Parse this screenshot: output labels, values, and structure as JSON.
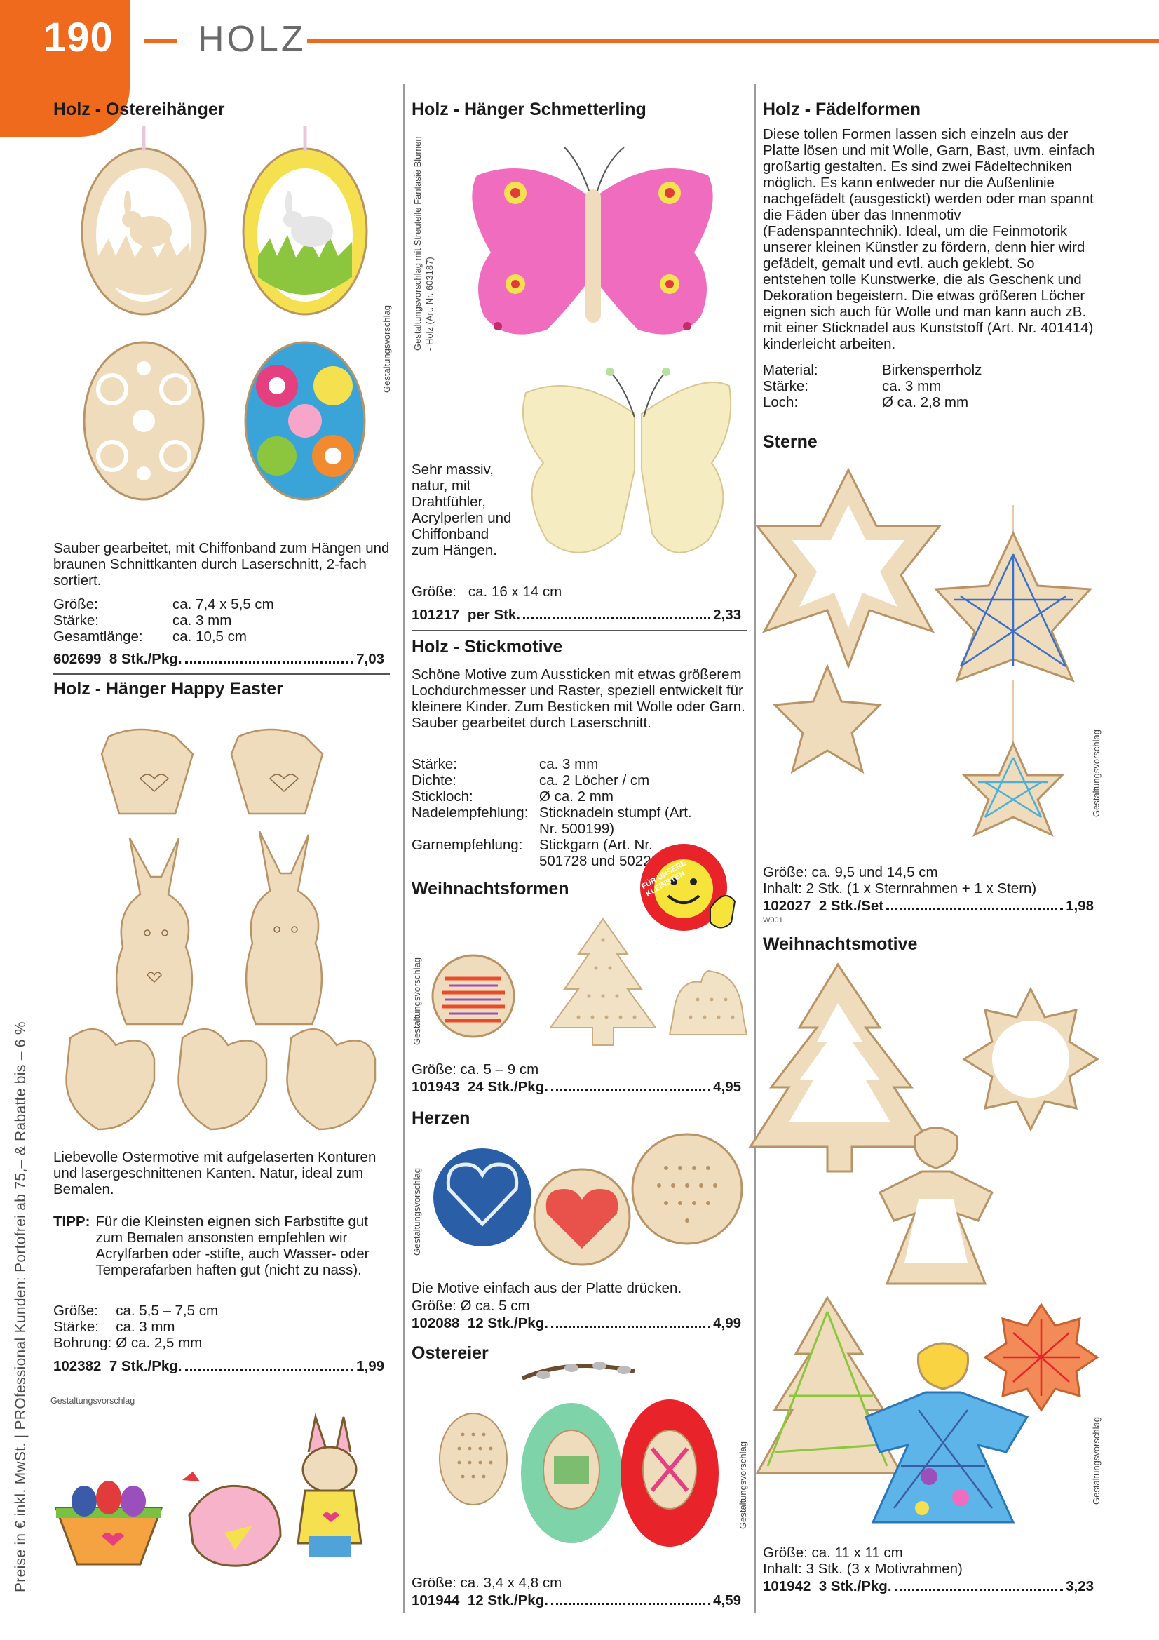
{
  "header": {
    "page_number": "190",
    "category": "HOLZ"
  },
  "sidebar_text": "Preise in € inkl. MwSt. | PROfessional Kunden: Portofrei ab 75,– & Rabatte bis – 6 %",
  "ostereihaenger": {
    "title": "Holz - Ostereihänger",
    "gestaltung": "Gestaltungsvorschlag",
    "description": "Sauber gearbeitet, mit Chiffonband zum Hängen und braunen Schnittkanten durch Laserschnitt, 2-fach sortiert.",
    "specs": [
      {
        "label": "Größe:",
        "value": "ca. 7,4 x 5,5 cm"
      },
      {
        "label": "Stärke:",
        "value": "ca. 3 mm"
      },
      {
        "label": "Gesamtlänge:",
        "value": "ca. 10,5 cm"
      }
    ],
    "order": {
      "article": "602699",
      "unit": "8 Stk./Pkg.",
      "price": "7,03"
    }
  },
  "happy_easter": {
    "title": "Holz - Hänger Happy Easter",
    "description": "Liebevolle Ostermotive mit aufgelaserten Konturen und lasergeschnittenen Kanten. Natur, ideal zum Bemalen.",
    "tip_label": "TIPP:",
    "tip_text": "Für die Kleinsten eignen sich Farbstifte gut zum Bemalen ansonsten empfehlen wir Acrylfarben oder -stifte, auch Wasser- oder Temperafarben haften gut (nicht zu nass).",
    "specs": [
      {
        "label": "Größe:",
        "value": "ca. 5,5 – 7,5 cm"
      },
      {
        "label": "Stärke:",
        "value": "ca. 3 mm"
      },
      {
        "label": "Bohrung:",
        "value": "Ø ca. 2,5 mm"
      }
    ],
    "order": {
      "article": "102382",
      "unit": "7 Stk./Pkg.",
      "price": "1,99"
    },
    "gestaltung": "Gestaltungsvorschlag"
  },
  "schmetterling": {
    "title": "Holz - Hänger Schmetterling",
    "note": "Gestaltungsvorschlag mit Streuteile Fantasie Blumen - Holz (Art. Nr. 603187)",
    "description": "Sehr massiv, natur, mit Drahtfühler, Acrylperlen und Chiffonband zum Hängen.",
    "size": {
      "label": "Größe:",
      "value": "ca. 16 x 14 cm"
    },
    "order": {
      "article": "101217",
      "unit": "per Stk.",
      "price": "2,33"
    }
  },
  "stickmotive": {
    "title": "Holz - Stickmotive",
    "description": "Schöne Motive zum Aussticken mit etwas größerem Lochdurchmesser und Raster, speziell entwickelt für kleinere Kinder. Zum Besticken mit Wolle oder Garn. Sauber gearbeitet durch Laserschnitt.",
    "specs": [
      {
        "label": "Stärke:",
        "value": "ca. 3 mm"
      },
      {
        "label": "Dichte:",
        "value": "ca. 2 Löcher / cm"
      },
      {
        "label": "Stickloch:",
        "value": "Ø ca. 2 mm"
      },
      {
        "label": "Nadelempfehlung:",
        "value": "Sticknadeln stumpf (Art. Nr. 500199)"
      },
      {
        "label": "Garnempfehlung:",
        "value": "Stickgarn (Art. Nr. 501728 und 502287)"
      }
    ],
    "badge_text": "FÜR UNSERE KLEINSTEN"
  },
  "weihnachtsformen": {
    "title": "Weihnachtsformen",
    "gestaltung": "Gestaltungsvorschlag",
    "size": {
      "label": "Größe:",
      "value": "ca. 5 – 9 cm"
    },
    "order": {
      "article": "101943",
      "unit": "24 Stk./Pkg.",
      "price": "4,95"
    }
  },
  "herzen": {
    "title": "Herzen",
    "gestaltung": "Gestaltungsvorschlag",
    "description": "Die Motive einfach aus der Platte drücken.",
    "size": {
      "label": "Größe:",
      "value": "Ø ca. 5 cm"
    },
    "order": {
      "article": "102088",
      "unit": "12 Stk./Pkg.",
      "price": "4,99"
    }
  },
  "ostereier": {
    "title": "Ostereier",
    "gestaltung": "Gestaltungsvorschlag",
    "size": {
      "label": "Größe:",
      "value": "ca. 3,4 x 4,8 cm"
    },
    "order": {
      "article": "101944",
      "unit": "12 Stk./Pkg.",
      "price": "4,59"
    }
  },
  "faedelformen": {
    "title": "Holz - Fädelformen",
    "description": "Diese tollen Formen lassen sich einzeln aus der Platte lösen und mit Wolle, Garn, Bast, uvm. einfach großartig gestalten. Es sind zwei Fädeltechniken möglich. Es kann entweder nur die Außenlinie nachgefädelt (ausgestickt) werden oder man spannt die Fäden über das Innenmotiv (Fadenspanntechnik). Ideal, um die Feinmotorik unserer kleinen Künstler zu fördern, denn hier wird gefädelt, gemalt und evtl. auch geklebt. So entstehen tolle Kunstwerke, die als Geschenk und Dekoration begeistern. Die etwas größeren Löcher eignen sich auch für Wolle und man kann auch zB. mit einer Sticknadel aus Kunststoff (Art. Nr. 401414) kinderleicht arbeiten.",
    "specs": [
      {
        "label": "Material:",
        "value": "Birkensperrholz"
      },
      {
        "label": "Stärke:",
        "value": "ca. 3 mm"
      },
      {
        "label": "Loch:",
        "value": "Ø ca. 2,8 mm"
      }
    ]
  },
  "sterne": {
    "title": "Sterne",
    "gestaltung": "Gestaltungsvorschlag",
    "size": "Größe: ca. 9,5 und 14,5 cm",
    "content": "Inhalt: 2 Stk. (1 x Sternrahmen + 1 x Stern)",
    "order": {
      "article": "102027",
      "unit": "2 Stk./Set",
      "price": "1,98"
    },
    "code": "W001"
  },
  "weihnachtsmotive": {
    "title": "Weihnachtsmotive",
    "gestaltung": "Gestaltungsvorschlag",
    "size": "Größe: ca. 11 x 11 cm",
    "content": "Inhalt: 3 Stk. (3 x Motivrahmen)",
    "order": {
      "article": "101942",
      "unit": "3 Stk./Pkg.",
      "price": "3,23"
    }
  },
  "colors": {
    "accent": "#ef6a1c",
    "wood": "#ecd9b8",
    "wood_edge": "#b89366"
  }
}
